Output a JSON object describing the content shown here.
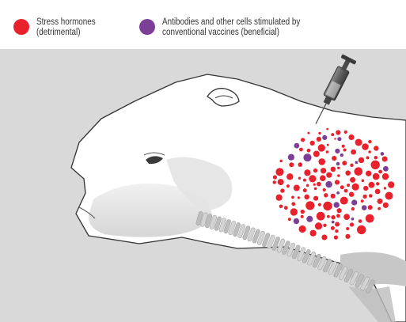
{
  "legend": {
    "items": [
      {
        "line1": "Stress hormones",
        "line2": "(detrimental)",
        "color": "#e8212c",
        "icon": "red-dot-icon"
      },
      {
        "line1": "Antibodies and other cells stimulated by",
        "line2": "conventional vaccines (beneficial)",
        "color": "#7b3f98",
        "icon": "purple-dot-icon"
      }
    ]
  },
  "illustration": {
    "background": "#d9d9d9",
    "subject": "cow-head",
    "tool": "syringe-icon"
  }
}
